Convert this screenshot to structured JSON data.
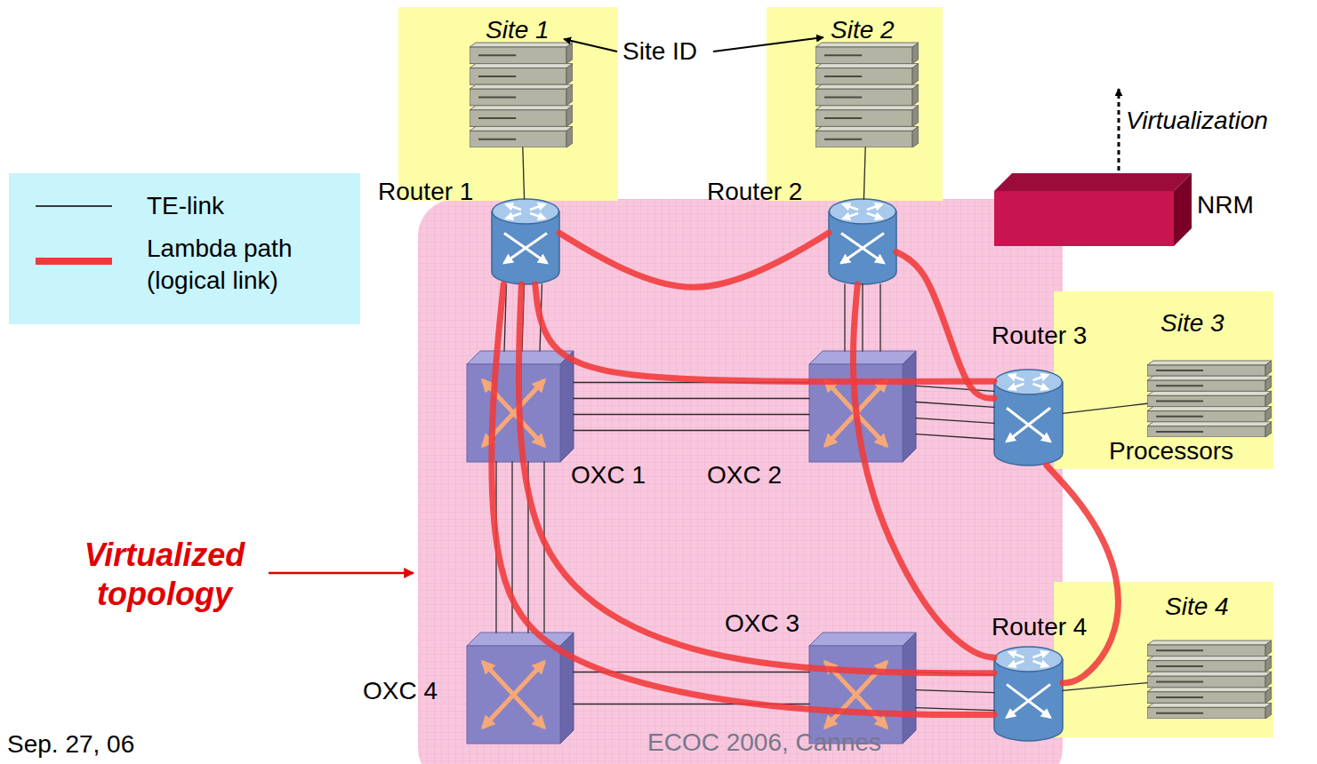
{
  "diagram": {
    "nodes": [
      {
        "text": [
          "Site 1"
        ]
      },
      {
        "text": [
          "Site 2"
        ]
      },
      {
        "text": [
          "Site 3",
          "Processors"
        ]
      },
      {
        "text": [
          "Site 4"
        ]
      },
      {
        "text": [
          "Router 1"
        ]
      },
      {
        "text": [
          "Router 2"
        ]
      },
      {
        "text": [
          "Router 3"
        ]
      },
      {
        "text": [
          "Router 4"
        ]
      },
      {
        "text": [
          "OXC 1"
        ]
      },
      {
        "text": [
          "OXC 2"
        ]
      },
      {
        "text": [
          "OXC 3"
        ]
      },
      {
        "text": [
          "OXC 4"
        ]
      },
      {
        "text": [
          "NRM"
        ]
      }
    ],
    "edges": [
      {
        "from": 4,
        "to": 0,
        "arrow": "none"
      },
      {
        "from": 5,
        "to": 1,
        "arrow": "none"
      },
      {
        "from": 6,
        "to": 2,
        "arrow": "none"
      },
      {
        "from": 7,
        "to": 3,
        "arrow": "none"
      },
      {
        "from": 4,
        "to": 8,
        "arrow": "none"
      },
      {
        "from": 4,
        "to": 8,
        "arrow": "none"
      },
      {
        "from": 4,
        "to": 8,
        "arrow": "none"
      },
      {
        "from": 5,
        "to": 9,
        "arrow": "none"
      },
      {
        "from": 5,
        "to": 9,
        "arrow": "none"
      },
      {
        "from": 5,
        "to": 9,
        "arrow": "none"
      },
      {
        "from": 8,
        "to": 9,
        "arrow": "none"
      },
      {
        "from": 8,
        "to": 9,
        "arrow": "none"
      },
      {
        "from": 8,
        "to": 9,
        "arrow": "none"
      },
      {
        "from": 8,
        "to": 9,
        "arrow": "none"
      },
      {
        "from": 9,
        "to": 6,
        "arrow": "none"
      },
      {
        "from": 9,
        "to": 6,
        "arrow": "none"
      },
      {
        "from": 9,
        "to": 6,
        "arrow": "none"
      },
      {
        "from": 9,
        "to": 6,
        "arrow": "none"
      },
      {
        "from": 8,
        "to": 11,
        "arrow": "none"
      },
      {
        "from": 8,
        "to": 11,
        "arrow": "none"
      },
      {
        "from": 8,
        "to": 11,
        "arrow": "none"
      },
      {
        "from": 8,
        "to": 11,
        "arrow": "none"
      },
      {
        "from": 11,
        "to": 10,
        "arrow": "none"
      },
      {
        "from": 11,
        "to": 10,
        "arrow": "none"
      },
      {
        "from": 10,
        "to": 7,
        "arrow": "none"
      },
      {
        "from": 10,
        "to": 7,
        "arrow": "none"
      },
      {
        "from": 10,
        "to": 7,
        "arrow": "none"
      },
      {
        "from": 4,
        "to": 5,
        "arrow": "none"
      },
      {
        "from": 4,
        "to": 6,
        "arrow": "none"
      },
      {
        "from": 4,
        "to": 7,
        "arrow": "none"
      },
      {
        "from": 4,
        "to": 7,
        "arrow": "none"
      },
      {
        "from": 5,
        "to": 6,
        "arrow": "none"
      },
      {
        "from": 5,
        "to": 7,
        "arrow": "none"
      },
      {
        "from": 6,
        "to": 7,
        "arrow": "none"
      }
    ],
    "labels": [
      "Site ID",
      "Virtualization",
      "Virtualized topology",
      "Sep. 27, 06",
      "ECOC 2006, Cannes"
    ],
    "legend": [
      {
        "text": "TE-link"
      },
      {
        "text": "Lambda path (logical link)"
      }
    ]
  }
}
